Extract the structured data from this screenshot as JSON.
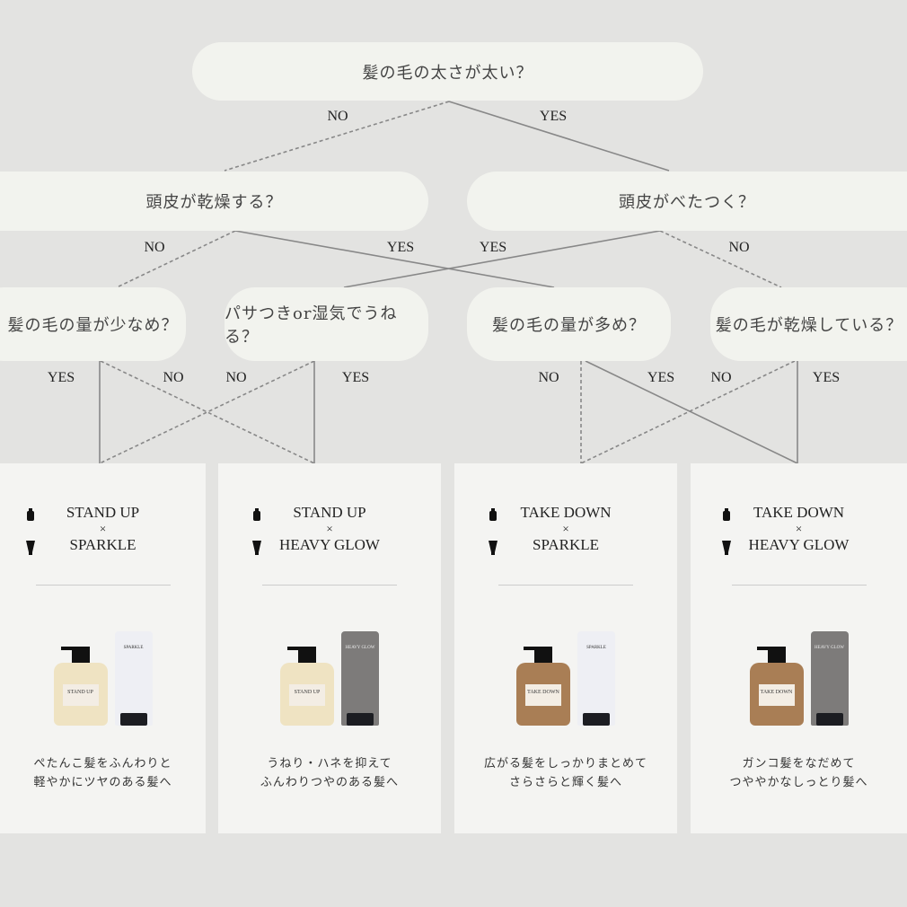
{
  "questions": {
    "q1": "髪の毛の太さが太い？",
    "q2_left": "頭皮が乾燥する？",
    "q2_right": "頭皮がべたつく？",
    "q3_1": "髪の毛の量が少なめ？",
    "q3_2": "パサつきor湿気でうねる？",
    "q3_3": "髪の毛の量が多め？",
    "q3_4": "髪の毛が乾燥している？"
  },
  "labels": {
    "yes": "YES",
    "no": "NO"
  },
  "cards": [
    {
      "shampoo": "STAND UP",
      "times": "×",
      "treatment": "SPARKLE",
      "bottle_label": "STAND UP",
      "tube_label": "SPARKLE",
      "desc1": "ぺたんこ髪をふんわりと",
      "desc2": "軽やかにツヤのある髪へ",
      "bottle_color": "#efe3c2",
      "tube_color": "#eeeff4"
    },
    {
      "shampoo": "STAND UP",
      "times": "×",
      "treatment": "HEAVY GLOW",
      "bottle_label": "STAND UP",
      "tube_label": "HEAVY GLOW",
      "desc1": "うねり・ハネを抑えて",
      "desc2": "ふんわりつやのある髪へ",
      "bottle_color": "#efe3c2",
      "tube_color": "#7d7b7a"
    },
    {
      "shampoo": "TAKE DOWN",
      "times": "×",
      "treatment": "SPARKLE",
      "bottle_label": "TAKE DOWN",
      "tube_label": "SPARKLE",
      "desc1": "広がる髪をしっかりまとめて",
      "desc2": "さらさらと輝く髪へ",
      "bottle_color": "#a97e55",
      "tube_color": "#eeeff4"
    },
    {
      "shampoo": "TAKE DOWN",
      "times": "×",
      "treatment": "HEAVY GLOW",
      "bottle_label": "TAKE DOWN",
      "tube_label": "HEAVY GLOW",
      "desc1": "ガンコ髪をなだめて",
      "desc2": "つややかなしっとり髪へ",
      "bottle_color": "#a97e55",
      "tube_color": "#7d7b7a"
    }
  ]
}
